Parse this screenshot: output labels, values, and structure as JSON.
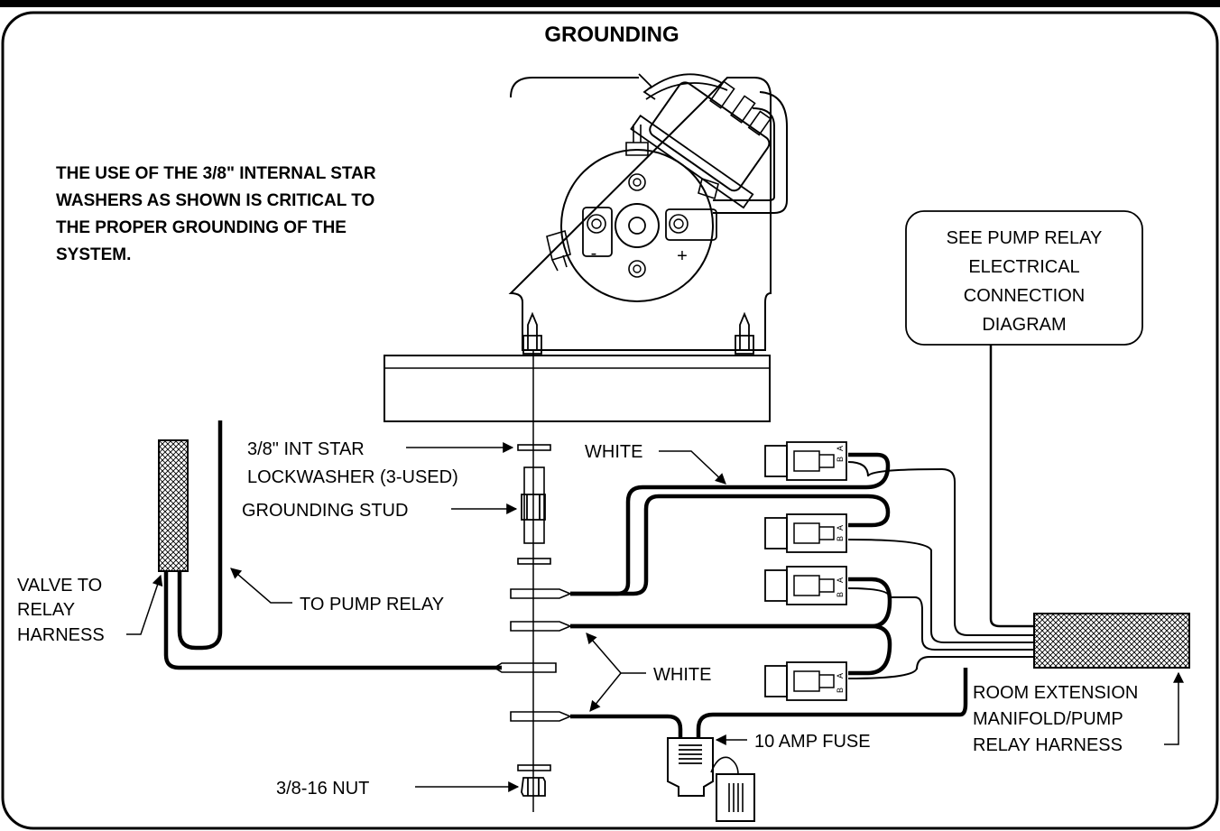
{
  "title": "GROUNDING",
  "note_lines": [
    "THE USE OF THE 3/8\" INTERNAL STAR",
    "WASHERS AS SHOWN IS CRITICAL TO",
    "THE PROPER GROUNDING OF THE",
    "SYSTEM."
  ],
  "callout_box_lines": [
    "SEE PUMP RELAY",
    "ELECTRICAL",
    "CONNECTION",
    "DIAGRAM"
  ],
  "labels": {
    "washer_line1": "3/8\" INT STAR",
    "washer_line2": "LOCKWASHER (3-USED)",
    "grounding_stud": "GROUNDING STUD",
    "white_top": "WHITE",
    "white_bottom": "WHITE",
    "to_pump_relay": "TO PUMP RELAY",
    "valve_line1": "VALVE TO",
    "valve_line2": "RELAY",
    "valve_line3": "HARNESS",
    "fuse": "10 AMP FUSE",
    "nut": "3/8-16 NUT",
    "room_line1": "ROOM EXTENSION",
    "room_line2": "MANIFOLD/PUMP",
    "room_line3": "RELAY HARNESS"
  },
  "motor_terminals": {
    "negative": "-",
    "positive": "+"
  },
  "connector_pins": [
    "B",
    "A"
  ]
}
